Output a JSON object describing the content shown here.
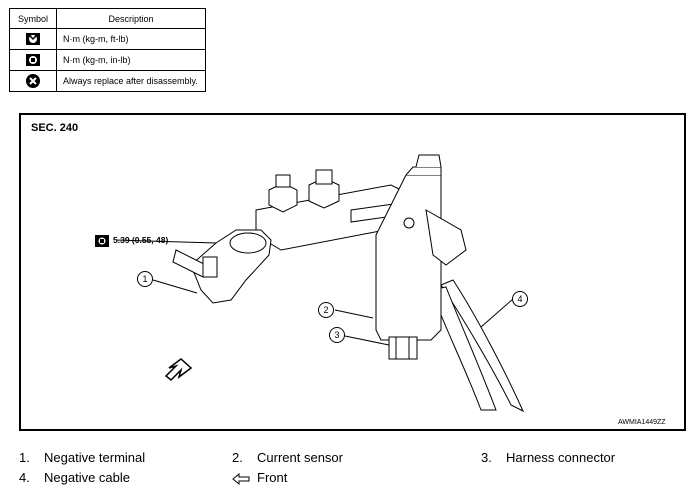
{
  "legend": {
    "header_symbol": "Symbol",
    "header_description": "Description",
    "rows": [
      {
        "icon": "torque-wrench-icon",
        "description": "N·m (kg-m, ft-lb)"
      },
      {
        "icon": "torque-wrench-small-icon",
        "description": "N·m (kg-m, in-lb)"
      },
      {
        "icon": "always-replace-icon",
        "description": "Always replace after disassembly."
      }
    ]
  },
  "diagram": {
    "section": "SEC. 240",
    "torque_spec": "5.39 (0.55, 48)",
    "figure_code": "AWMIA1449ZZ",
    "callouts": [
      "1",
      "2",
      "3",
      "4"
    ]
  },
  "captions": [
    {
      "num": "1.",
      "label": "Negative terminal"
    },
    {
      "num": "2.",
      "label": "Current sensor"
    },
    {
      "num": "3.",
      "label": "Harness connector"
    },
    {
      "num": "4.",
      "label": "Negative cable"
    },
    {
      "num": "",
      "label": "Front",
      "icon": "front-arrow-icon"
    }
  ]
}
